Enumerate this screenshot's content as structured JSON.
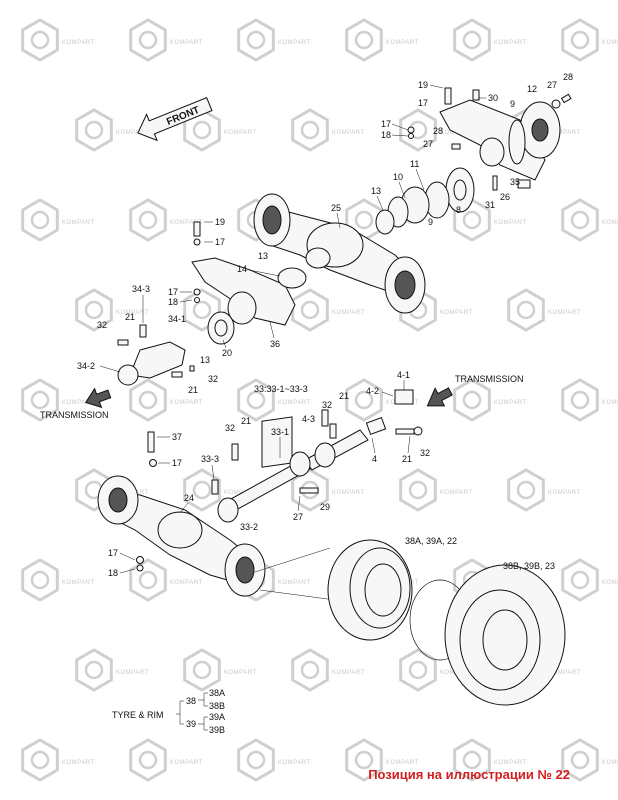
{
  "watermark": {
    "text": "KOMPART",
    "color": "#cfcfcf"
  },
  "labels": {
    "front": "FRONT",
    "transmission_top": "TRANSMISSION",
    "transmission_left": "TRANSMISSION",
    "shaft_group": "33:33-1~33-3",
    "tyre_rim": "TYRE & RIM",
    "rim_group": "38A, 39A, 22",
    "tyre_group": "38B, 39B, 23"
  },
  "tyre_tree": {
    "p38": "38",
    "p39": "39",
    "a38": "38A",
    "b38": "38B",
    "a39": "39A",
    "b39": "39B"
  },
  "callouts": {
    "r19": "19",
    "r30": "30",
    "r27": "27",
    "r28": "28",
    "r17a": "17",
    "r17b": "17",
    "r18": "18",
    "r28b": "28",
    "r27b": "27",
    "r9a": "9",
    "r12": "12",
    "r11": "11",
    "r10": "10",
    "r13a": "13",
    "r9b": "9",
    "r8": "8",
    "r31": "31",
    "r26": "26",
    "r35": "35",
    "r25": "25",
    "l19": "19",
    "l17a": "17",
    "l14": "14",
    "l13": "13",
    "l17b": "17",
    "l18": "18",
    "l34_3": "34-3",
    "l21a": "21",
    "l32a": "32",
    "l34_1": "34-1",
    "l20": "20",
    "l36": "36",
    "l34_2": "34-2",
    "l13b": "13",
    "l32b": "32",
    "l21b": "21",
    "m4_1": "4-1",
    "m4_2": "4-2",
    "m21a": "21",
    "m4_3": "4-3",
    "m32a": "32",
    "m21b": "21",
    "m32b": "32",
    "m4": "4",
    "m37": "37",
    "m17": "17",
    "m32c": "32",
    "m21c": "21",
    "m33_1": "33-1",
    "m33_3": "33-3",
    "m24": "24",
    "m27": "27",
    "m29": "29",
    "m33_2": "33-2",
    "m17b": "17",
    "m18": "18"
  },
  "caption": {
    "text": "Позиция на иллюстрации № 22",
    "color": "#d21f1f"
  }
}
